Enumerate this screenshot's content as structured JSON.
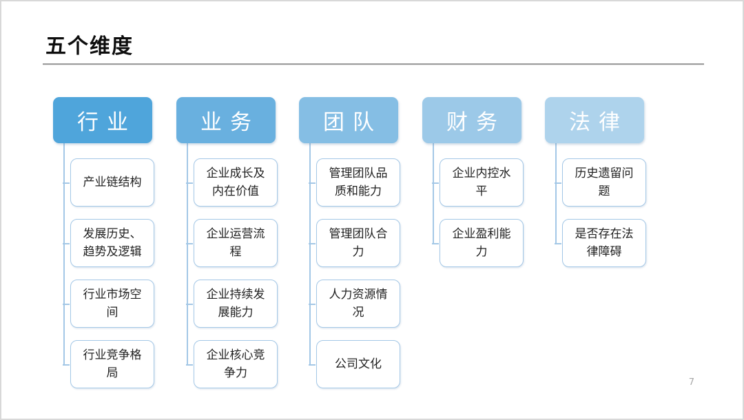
{
  "title": "五个维度",
  "page_number": "7",
  "connector_color": "#A3C7E6",
  "item_border_color": "#A3C7E6",
  "columns": [
    {
      "title": "行业",
      "color": "#4FA5DB",
      "items": [
        "产业链结构",
        "发展历史、趋势及逻辑",
        "行业市场空间",
        "行业竞争格局"
      ]
    },
    {
      "title": "业务",
      "color": "#69B0DF",
      "items": [
        "企业成长及内在价值",
        "企业运营流程",
        "企业持续发展能力",
        "企业核心竞争力"
      ]
    },
    {
      "title": "团队",
      "color": "#85BEE4",
      "items": [
        "管理团队品质和能力",
        "管理团队合力",
        "人力资源情况",
        "公司文化"
      ]
    },
    {
      "title": "财务",
      "color": "#9CC9E8",
      "items": [
        "企业内控水平",
        "企业盈利能力"
      ]
    },
    {
      "title": "法律",
      "color": "#AED3EC",
      "items": [
        "历史遗留问题",
        "是否存在法律障碍"
      ]
    }
  ]
}
